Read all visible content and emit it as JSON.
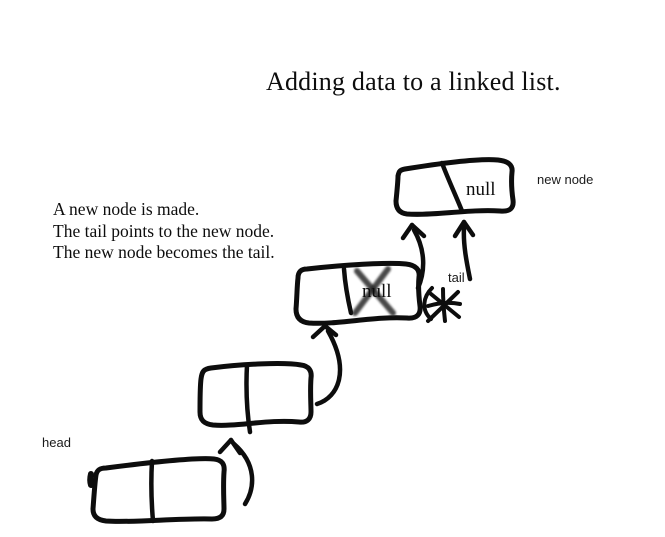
{
  "title": "Adding data to a linked list.",
  "description": {
    "lines": [
      "A new node is made.",
      "The tail points to the new node.",
      "The new node becomes the tail."
    ]
  },
  "labels": {
    "head": "head",
    "tail": "tail",
    "new_node": "new node"
  },
  "nodes": {
    "new_node": {
      "pointer": "null"
    },
    "old_tail": {
      "pointer": "null",
      "pointer_crossed_out": true
    }
  },
  "colors": {
    "ink": "#0d0d0d",
    "background": "#ffffff"
  }
}
